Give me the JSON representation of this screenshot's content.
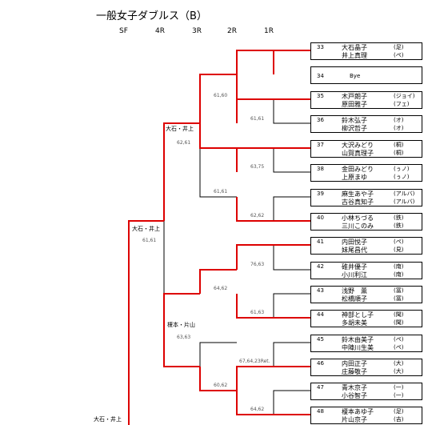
{
  "title": "一般女子ダブルス（B）",
  "round_headers": [
    "SF",
    "4R",
    "3R",
    "2R",
    "1R"
  ],
  "colors": {
    "win_line": "#dd0000",
    "line": "#000000"
  },
  "entries": [
    {
      "num": "33",
      "players": [
        "大石晶子",
        "井上真理"
      ],
      "clubs": [
        "(足)",
        "(ペ)"
      ]
    },
    {
      "num": "34",
      "bye": "Bye"
    },
    {
      "num": "35",
      "players": [
        "木戸朗子",
        "原田雅子"
      ],
      "clubs": [
        "(ジョイ)",
        "(フェ)"
      ]
    },
    {
      "num": "36",
      "players": [
        "鈴木弘子",
        "柳沢哲子"
      ],
      "clubs": [
        "(オ)",
        "(オ)"
      ]
    },
    {
      "num": "37",
      "players": [
        "大沢みどり",
        "山賀真理子"
      ],
      "clubs": [
        "(桐)",
        "(桐)"
      ]
    },
    {
      "num": "38",
      "players": [
        "金田みどり",
        "上原まゆ"
      ],
      "clubs": [
        "(ぅノ)",
        "(ぅノ)"
      ]
    },
    {
      "num": "39",
      "players": [
        "麻生あや子",
        "古谷真知子"
      ],
      "clubs": [
        "(アルバ)",
        "(アルバ)"
      ]
    },
    {
      "num": "40",
      "players": [
        "小林ちづる",
        "三川このみ"
      ],
      "clubs": [
        "(鉄)",
        "(鉄)"
      ]
    },
    {
      "num": "41",
      "players": [
        "内田悦子",
        "妹尾昌代"
      ],
      "clubs": [
        "(ペ)",
        "(見)"
      ]
    },
    {
      "num": "42",
      "players": [
        "碓井優子",
        "小川利江"
      ],
      "clubs": [
        "(南)",
        "(南)"
      ]
    },
    {
      "num": "43",
      "players": [
        "浅野　薫",
        "松橋順子"
      ],
      "clubs": [
        "(冨)",
        "(冨)"
      ]
    },
    {
      "num": "44",
      "players": [
        "神部とし子",
        "多胡未美"
      ],
      "clubs": [
        "(聞)",
        "(聞)"
      ]
    },
    {
      "num": "45",
      "players": [
        "鈴木由美子",
        "中陣川生美"
      ],
      "clubs": [
        "(ペ)",
        "(ペ)"
      ]
    },
    {
      "num": "46",
      "players": [
        "内田正子",
        "庄藤敬子"
      ],
      "clubs": [
        "(大)",
        "(大)"
      ]
    },
    {
      "num": "47",
      "players": [
        "青木京子",
        "小谷智子"
      ],
      "clubs": [
        "(一)",
        "(一)"
      ]
    },
    {
      "num": "48",
      "players": [
        "榎本あゆ子",
        "片山京子"
      ],
      "clubs": [
        "(足)",
        "(吉)"
      ]
    }
  ],
  "winners": [
    "大石・井上",
    "大石・井上",
    "榎本・片山",
    "大石・井上"
  ],
  "scores": [
    "61,60",
    "61,61",
    "62,61",
    "63,75",
    "61,61",
    "62,62",
    "61,61",
    "76,63",
    "64,62",
    "61,63",
    "63,63",
    "67,64,23Ret.",
    "60,62",
    "64,62"
  ]
}
